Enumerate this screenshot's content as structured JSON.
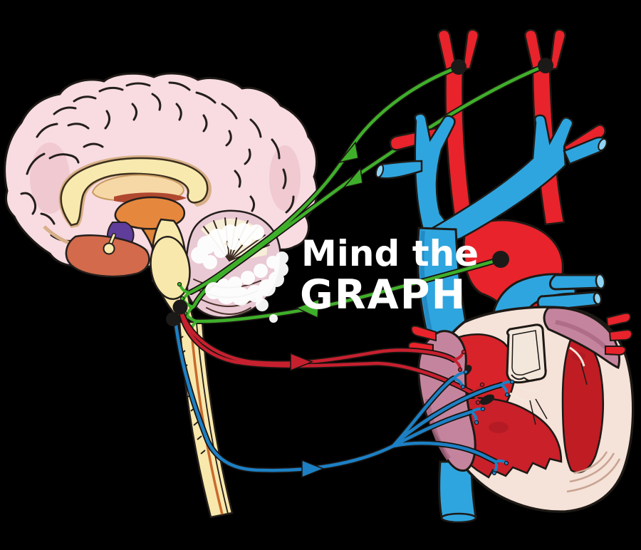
{
  "watermark": {
    "icon": "brain-cloud-icon",
    "line1": "Mind the",
    "line2": "GRAPH",
    "text_color": "#FFFFFF"
  },
  "palette": {
    "background": "#000000",
    "outline": "#1D1915",
    "cortex_pink": "#F8DCE2",
    "cortex_shade": "#EFC6CE",
    "corpus_callosum": "#F8E9AE",
    "inner_tan": "#D8B088",
    "septum_peach": "#F6D8A6",
    "thalamus_orange": "#E5883E",
    "midbrain_orange": "#DF8438",
    "hypothalamus_purple": "#5F3D9B",
    "temporal_salmon": "#D26A4B",
    "brainstem_yellow": "#F9E8AC",
    "cord_stripe_orange": "#C96A2E",
    "cerebellum_pink": "#E9C9D4",
    "cerebellum_cream": "#F7EED7",
    "artery_red": "#E8232B",
    "artery_dark": "#C01C24",
    "vein_blue": "#2FA5DF",
    "vein_blue_dark": "#1F7FB8",
    "vein_opening": "#8ED4F2",
    "heart_wall_cream": "#F5E2D8",
    "chamber_red": "#D8232A",
    "chamber_dark_red": "#C01C24",
    "atrium_mauve": "#C5849D",
    "atrium_mauve_dark": "#A96883",
    "valve_white": "#F3E7DC",
    "node_black": "#1C1A18",
    "afferent_green": "#3FAF2B",
    "sympathetic_red": "#C6202F",
    "parasympathetic_blue": "#1D80C4",
    "watermark_white": "#FFFFFF"
  },
  "markers": {
    "carotid_dots": 2,
    "aortic_arch_dot": 1,
    "medulla_dots": 2,
    "heart_nodes": 2,
    "green_arrowheads": 3,
    "red_arrowheads": 1,
    "blue_arrowheads": 1
  }
}
